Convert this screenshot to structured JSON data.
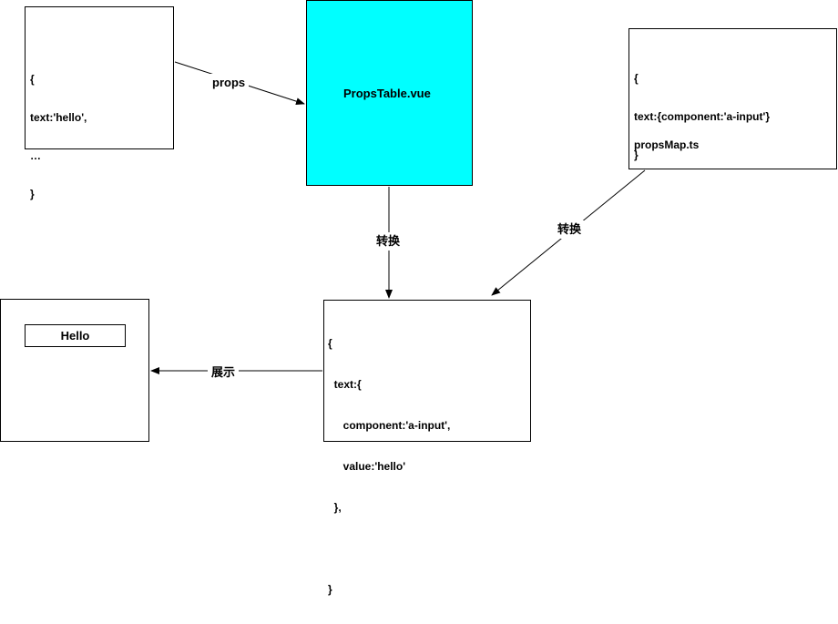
{
  "nodes": {
    "source_props": {
      "lines": [
        "{",
        "text:'hello',",
        "…",
        "}"
      ]
    },
    "props_table": {
      "title": "PropsTable.vue",
      "fill": "#00FFFF"
    },
    "props_map": {
      "lines": [
        "{",
        "text:{component:'a-input'}",
        "}"
      ],
      "filename": "propsMap.ts"
    },
    "result": {
      "lines": [
        "{",
        "  text:{",
        "     component:'a-input',",
        "     value:'hello'",
        "  },",
        "",
        "}"
      ]
    },
    "preview": {
      "input_text": "Hello"
    }
  },
  "edges": {
    "props_label": "props",
    "convert_left_label": "转换",
    "convert_right_label": "转换",
    "display_label": "展示"
  }
}
